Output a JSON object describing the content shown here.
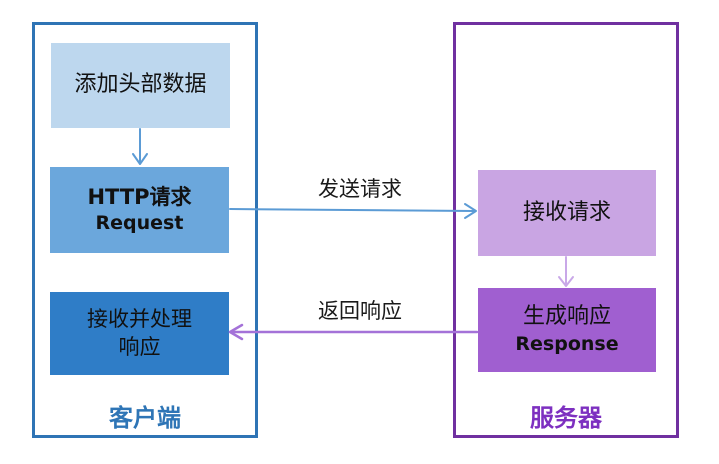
{
  "client": {
    "label": "客户端",
    "add_header": "添加头部数据",
    "request_line1": "HTTP请求",
    "request_line2": "Request",
    "receive_line1": "接收并处理",
    "receive_line2": "响应"
  },
  "server": {
    "label": "服务器",
    "receive_request": "接收请求",
    "response_line1": "生成响应",
    "response_line2": "Response"
  },
  "arrows": {
    "send_label": "发送请求",
    "send_direction": "right",
    "return_label": "返回响应",
    "return_direction": "left"
  },
  "colors": {
    "client_border": "#2e74b5",
    "client_label": "#2e75b6",
    "client_box_light": "#bdd7ee",
    "client_box_medium": "#6ba7dc",
    "client_box_dark": "#2f7dc7",
    "server_border": "#7030a0",
    "server_label": "#7d30c0",
    "server_box_light": "#c9a5e3",
    "server_box_medium": "#a05fd0",
    "arrow_send": "#5b9bd5",
    "arrow_return": "#a472d8",
    "arrow_client_down": "#5b9bd5",
    "arrow_server_down": "#c9a8e8"
  }
}
